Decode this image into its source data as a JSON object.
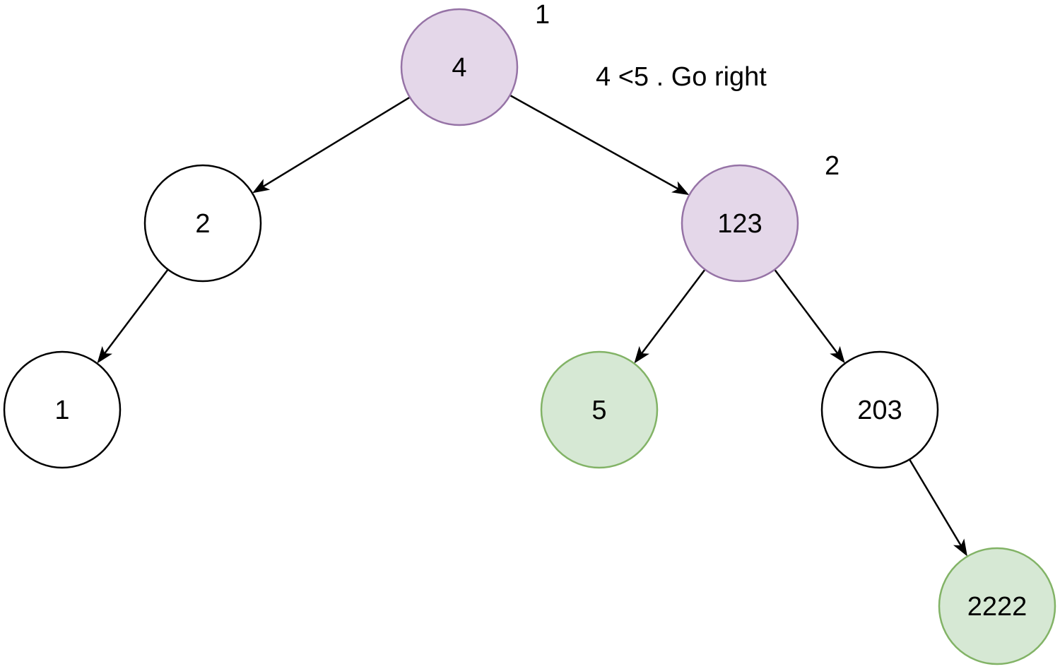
{
  "palette": {
    "default_fill": "#ffffff",
    "default_stroke": "#000000",
    "path_fill": "#e4d7e9",
    "path_stroke": "#9673a6",
    "result_fill": "#d6e8d4",
    "result_stroke": "#82b366"
  },
  "tree": {
    "nodes": [
      {
        "id": "n4",
        "label": "4",
        "style": "path"
      },
      {
        "id": "n2",
        "label": "2",
        "style": "default"
      },
      {
        "id": "n123",
        "label": "123",
        "style": "path"
      },
      {
        "id": "n1",
        "label": "1",
        "style": "default"
      },
      {
        "id": "n5",
        "label": "5",
        "style": "result"
      },
      {
        "id": "n203",
        "label": "203",
        "style": "default"
      },
      {
        "id": "n2222",
        "label": "2222",
        "style": "result"
      }
    ],
    "edges": [
      {
        "from": "n4",
        "to": "n2"
      },
      {
        "from": "n4",
        "to": "n123"
      },
      {
        "from": "n2",
        "to": "n1"
      },
      {
        "from": "n123",
        "to": "n5"
      },
      {
        "from": "n123",
        "to": "n203"
      },
      {
        "from": "n203",
        "to": "n2222"
      }
    ]
  },
  "annotations": {
    "step_1": "1",
    "comparison": "4 <5 . Go right",
    "step_2": "2"
  }
}
